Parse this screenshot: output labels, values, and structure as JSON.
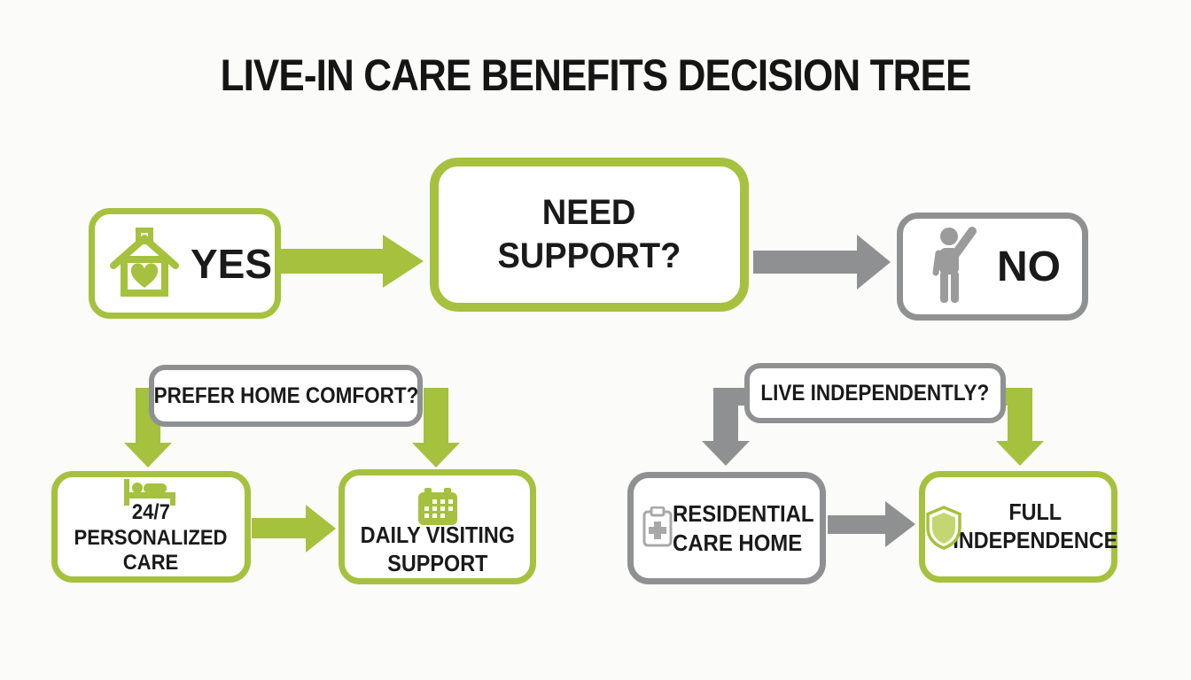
{
  "colors": {
    "green": "#a5c13e",
    "gray": "#8f9091",
    "light_green": "#c3d671",
    "text": "#1a1a1a",
    "background": "#fbfbf9"
  },
  "diagram": {
    "title": "LIVE-IN CARE BENEFITS DECISION TREE",
    "yes_node": {
      "label": "YES",
      "icon": "house-heart-icon"
    },
    "root_node": {
      "line1": "NEED",
      "line2": "SUPPORT?"
    },
    "no_node": {
      "label": "NO",
      "icon": "person-raising-hand-icon"
    },
    "left_question": {
      "label": "PREFER HOME COMFORT?"
    },
    "right_question": {
      "label": "LIVE INDEPENDENTLY?"
    },
    "care_node": {
      "line1": "24/7",
      "line2": "PERSONALIZED",
      "line3": "CARE",
      "icon": "bed-icon"
    },
    "visiting_node": {
      "line1": "DAILY VISITING",
      "line2": "SUPPORT",
      "icon": "calendar-icon"
    },
    "residential_node": {
      "line1": "RESIDENTIAL",
      "line2": "CARE HOME",
      "icon": "medical-clipboard-icon"
    },
    "independence_node": {
      "line1": "FULL",
      "line2": "INDEPENDENCE",
      "icon": "shield-icon"
    }
  }
}
